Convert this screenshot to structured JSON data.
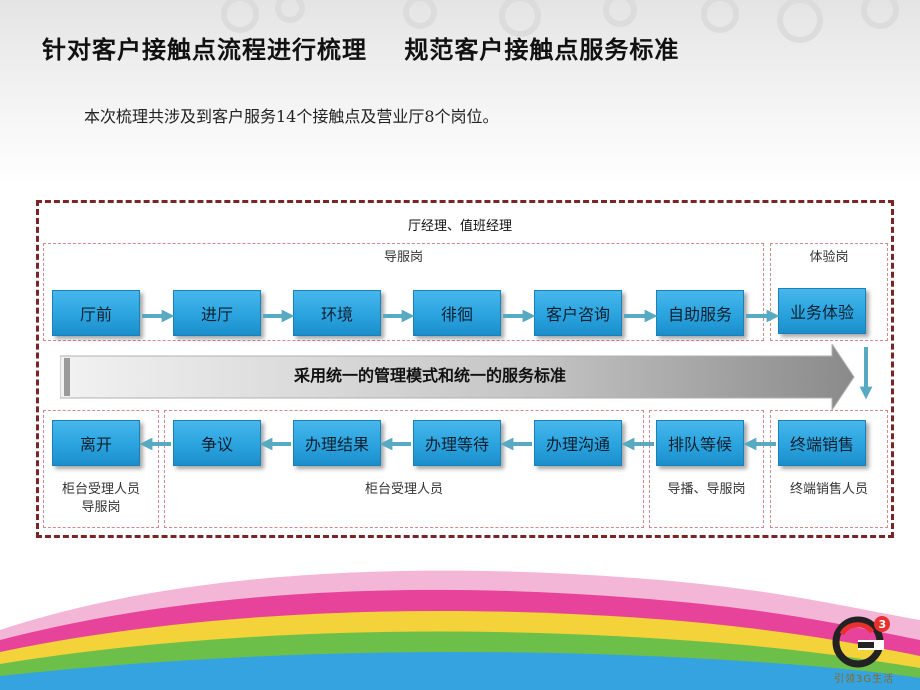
{
  "header": {
    "title": "针对客户接触点流程进行梳理    规范客户接触点服务标准",
    "subtitle": "本次梳理共涉及到客户服务14个接触点及营业厅8个岗位。"
  },
  "diagram": {
    "manager_label": "厅经理、值班经理",
    "top_group_label": "导服岗",
    "experience_group_label": "体验岗",
    "top_row": [
      "厅前",
      "进厅",
      "环境",
      "徘徊",
      "客户咨询",
      "自助服务",
      "业务体验"
    ],
    "banner": "采用统一的管理模式和统一的服务标准",
    "bottom_row": [
      "离开",
      "争议",
      "办理结果",
      "办理等待",
      "办理沟通",
      "排队等候",
      "终端销售"
    ],
    "bottom_group_labels": [
      "柜台受理人员\n导服岗",
      "柜台受理人员",
      "导播、导服岗",
      "终端销售人员"
    ]
  },
  "logo": {
    "text": "引领3G生活"
  },
  "colors": {
    "box": "#2aa3de",
    "arrow": "#58a9c2",
    "border": "#7a2626"
  }
}
